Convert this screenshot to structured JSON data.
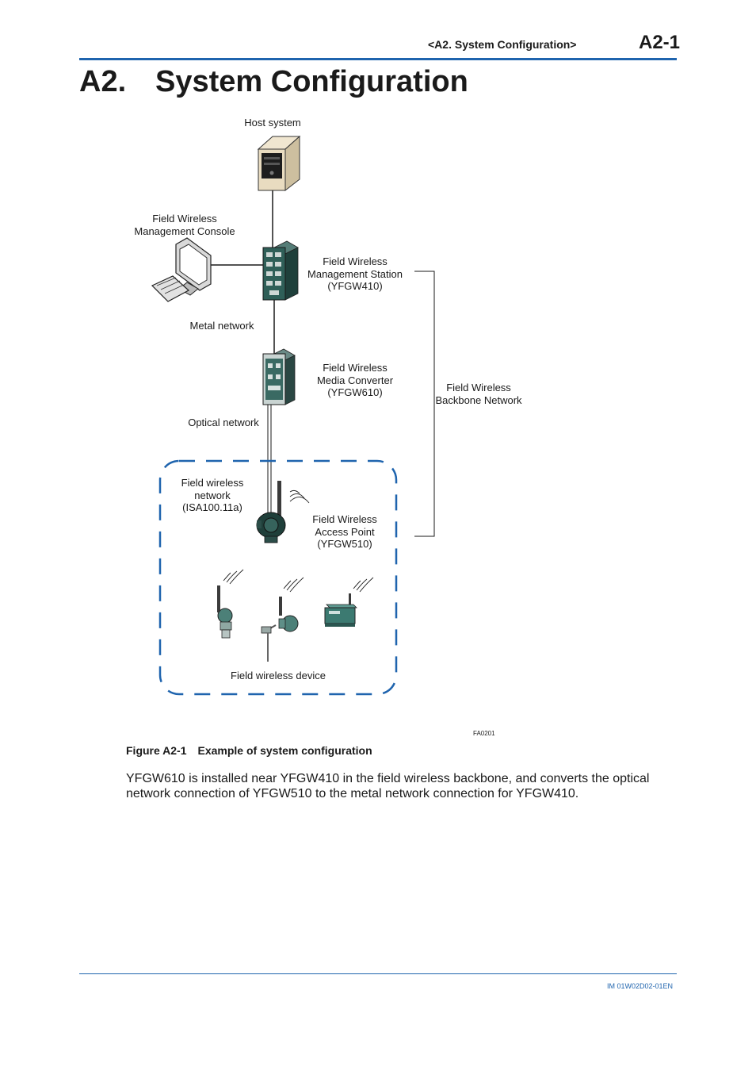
{
  "header": {
    "section": "<A2.  System Configuration>",
    "page": "A2-1"
  },
  "title": {
    "number": "A2.",
    "text": "System Configuration"
  },
  "diagram": {
    "labels": {
      "host_system": "Host system",
      "console": "Field Wireless\nManagement Console",
      "station": "Field Wireless\nManagement Station\n(YFGW410)",
      "metal_network": "Metal network",
      "media_converter": "Field Wireless\nMedia Converter\n(YFGW610)",
      "backbone": "Field Wireless\nBackbone Network",
      "optical_network": "Optical network",
      "wireless_network": "Field wireless\nnetwork\n(ISA100.11a)",
      "access_point": "Field Wireless\nAccess Point\n(YFGW510)",
      "field_device": "Field wireless device"
    },
    "figure_id": "FA0201",
    "colors": {
      "accent": "#1f64ae",
      "equipment": "#2f5f58"
    }
  },
  "caption": {
    "number": "Figure A2-1",
    "text": "Example of system configuration"
  },
  "body": {
    "paragraph": "YFGW610 is installed near YFGW410 in the field wireless backbone, and converts the optical network connection of YFGW510 to the metal network connection for YFGW410."
  },
  "footer": {
    "doc_code": "IM 01W02D02-01EN"
  }
}
